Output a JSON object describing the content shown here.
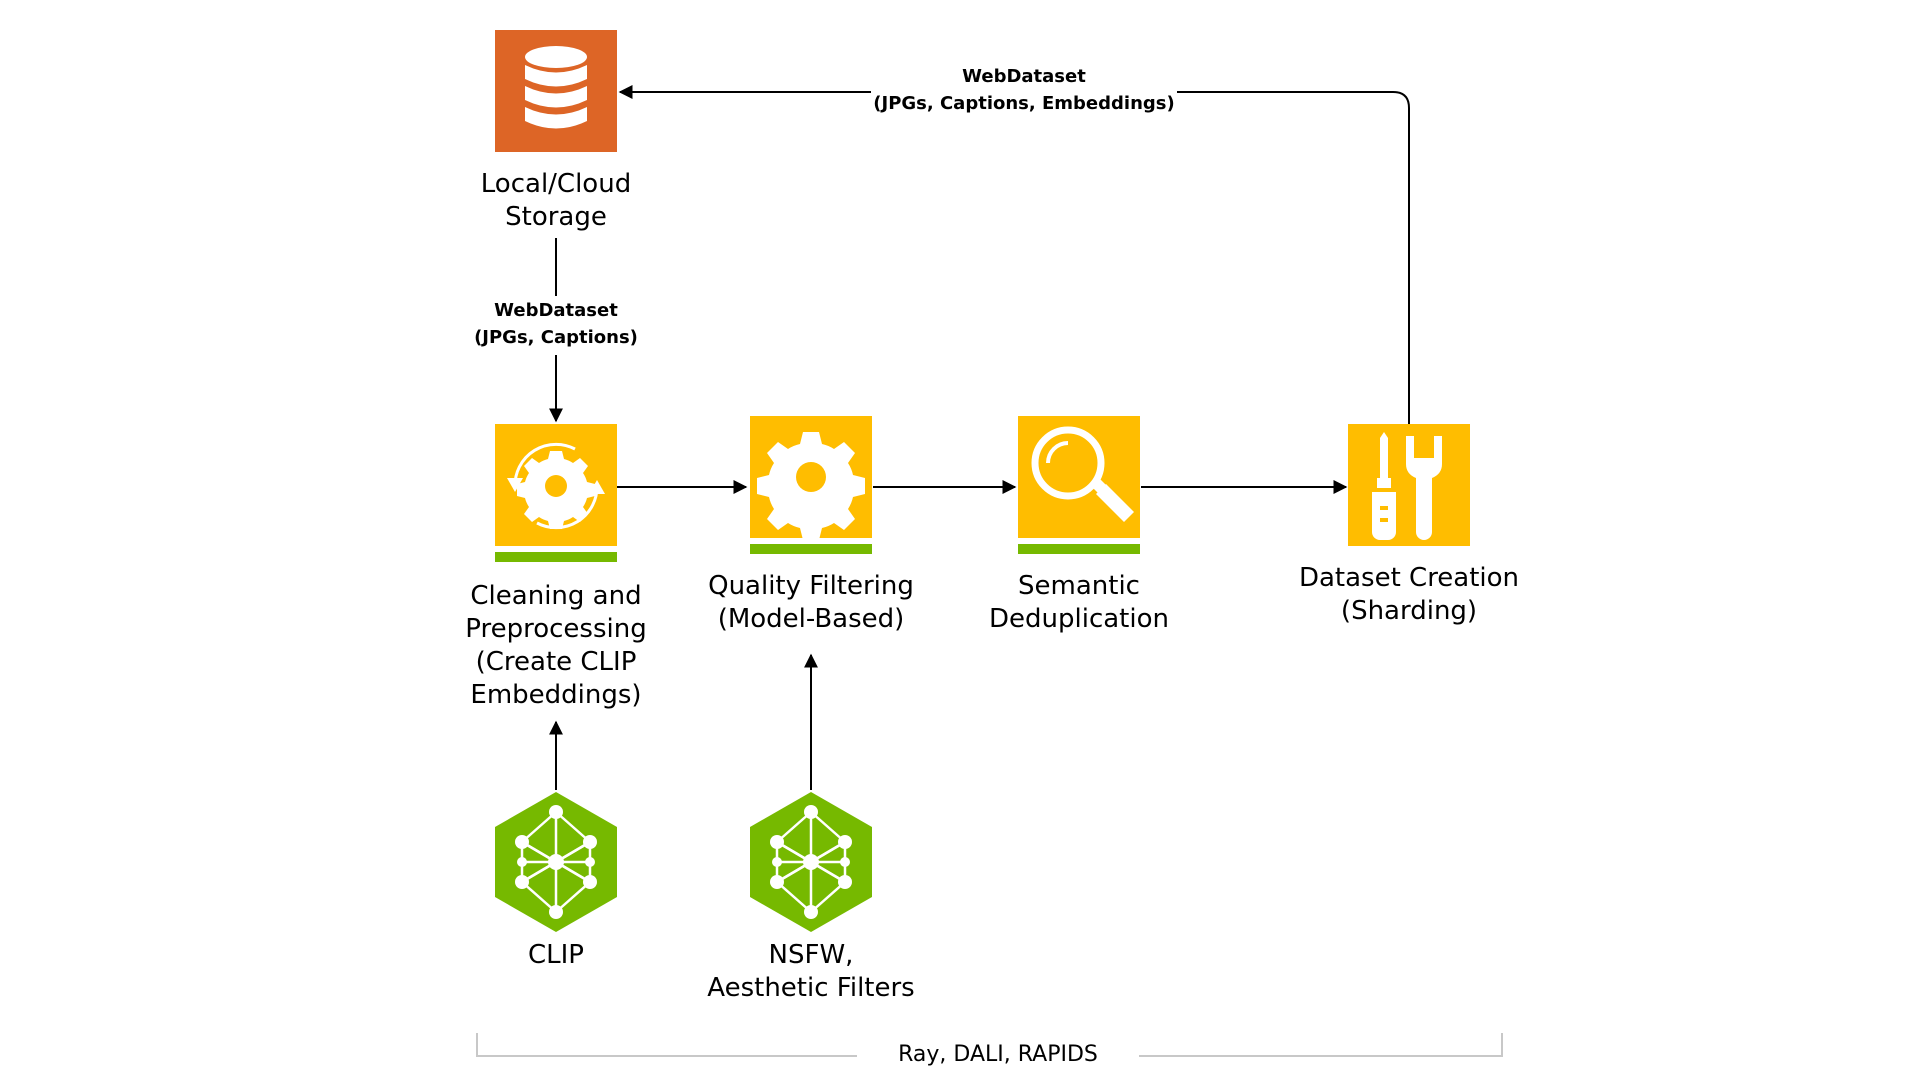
{
  "nodes": {
    "storage": {
      "label": "Local/Cloud\nStorage",
      "icon": "database-icon",
      "color": "#DD6526"
    },
    "cleaning": {
      "label": "Cleaning and\nPreprocessing\n(Create CLIP\nEmbeddings)",
      "icon": "gear-cycle-icon",
      "color": "#FFBD00",
      "bar_color": "#76B900"
    },
    "quality": {
      "label": "Quality Filtering\n(Model-Based)",
      "icon": "gear-icon",
      "color": "#FFBD00",
      "bar_color": "#76B900"
    },
    "dedup": {
      "label": "Semantic\nDeduplication",
      "icon": "magnifier-icon",
      "color": "#FFBD00",
      "bar_color": "#76B900"
    },
    "dataset": {
      "label": "Dataset Creation\n(Sharding)",
      "icon": "tools-icon",
      "color": "#FFBD00"
    },
    "clip": {
      "label": "CLIP",
      "icon": "neural-network-icon",
      "color": "#76B900"
    },
    "nsfw": {
      "label": "NSFW,\nAesthetic Filters",
      "icon": "neural-network-icon",
      "color": "#76B900"
    }
  },
  "edges": {
    "to_cleaning": {
      "label": "WebDataset\n(JPGs, Captions)"
    },
    "back_to_storage": {
      "label": "WebDataset\n(JPGs, Captions, Embeddings)"
    }
  },
  "footer": {
    "label": "Ray, DALI, RAPIDS"
  },
  "colors": {
    "line": "#000000",
    "bracket": "#C8C8C8"
  }
}
